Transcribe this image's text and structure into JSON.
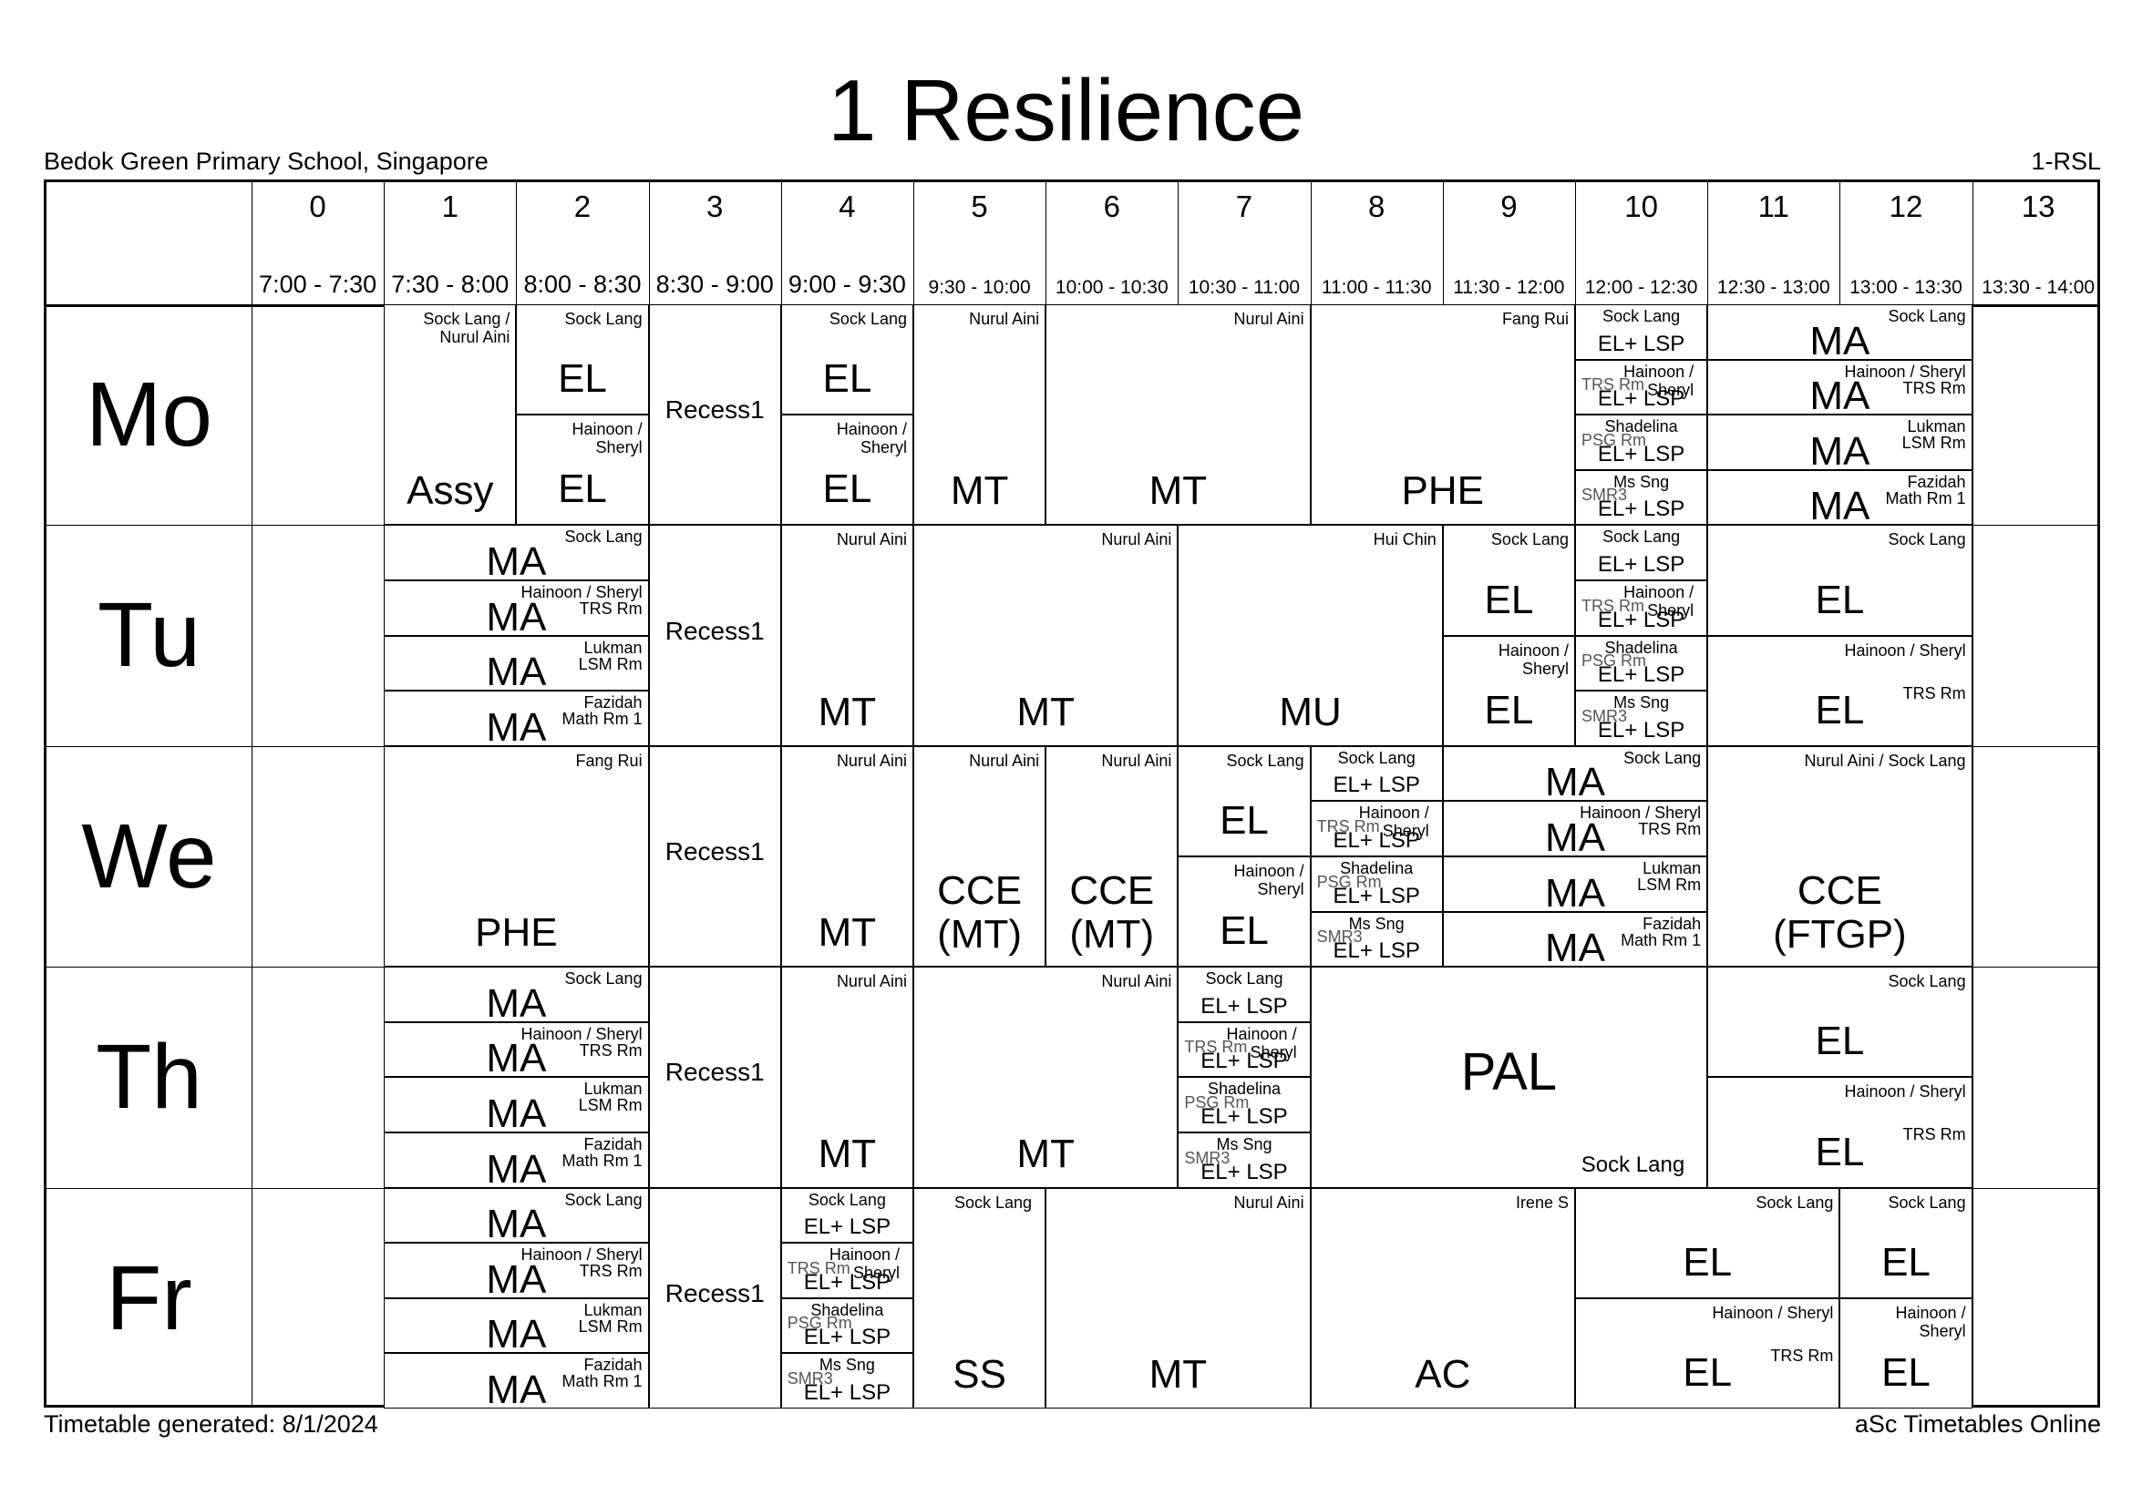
{
  "header": {
    "title": "1 Resilience",
    "school": "Bedok Green Primary School, Singapore",
    "code": "1-RSL"
  },
  "footer": {
    "generated": "Timetable generated: 8/1/2024",
    "brand": "aSc Timetables Online"
  },
  "columns": [
    {
      "num": "0",
      "time": "7:00 - 7:30"
    },
    {
      "num": "1",
      "time": "7:30 - 8:00"
    },
    {
      "num": "2",
      "time": "8:00 - 8:30"
    },
    {
      "num": "3",
      "time": "8:30 - 9:00"
    },
    {
      "num": "4",
      "time": "9:00 - 9:30"
    },
    {
      "num": "5",
      "time": "9:30 - 10:00"
    },
    {
      "num": "6",
      "time": "10:00 - 10:30"
    },
    {
      "num": "7",
      "time": "10:30 - 11:00"
    },
    {
      "num": "8",
      "time": "11:00 - 11:30"
    },
    {
      "num": "9",
      "time": "11:30 - 12:00"
    },
    {
      "num": "10",
      "time": "12:00 - 12:30"
    },
    {
      "num": "11",
      "time": "12:30 - 13:00"
    },
    {
      "num": "12",
      "time": "13:00 - 13:30"
    },
    {
      "num": "13",
      "time": "13:30 - 14:00"
    }
  ],
  "days": [
    "Mo",
    "Tu",
    "We",
    "Th",
    "Fr"
  ],
  "lessons": [
    {
      "day": 0,
      "col": 1,
      "span": 1,
      "sub": 0,
      "of": 1,
      "subject": "Assy",
      "teacher": "Sock Lang /\nNurul Aini",
      "spos": "bottom"
    },
    {
      "day": 0,
      "col": 2,
      "span": 1,
      "sub": 0,
      "of": 2,
      "subject": "EL",
      "teacher": "Sock Lang"
    },
    {
      "day": 0,
      "col": 2,
      "span": 1,
      "sub": 1,
      "of": 2,
      "subject": "EL",
      "teacher": "Hainoon /\nSheryl"
    },
    {
      "day": 0,
      "col": 3,
      "span": 1,
      "sub": 0,
      "of": 1,
      "subject": "Recess1",
      "small": true
    },
    {
      "day": 0,
      "col": 4,
      "span": 1,
      "sub": 0,
      "of": 2,
      "subject": "EL",
      "teacher": "Sock Lang"
    },
    {
      "day": 0,
      "col": 4,
      "span": 1,
      "sub": 1,
      "of": 2,
      "subject": "EL",
      "teacher": "Hainoon /\nSheryl"
    },
    {
      "day": 0,
      "col": 5,
      "span": 1,
      "sub": 0,
      "of": 1,
      "subject": "MT",
      "teacher": "Nurul Aini",
      "spos": "bottom"
    },
    {
      "day": 0,
      "col": 6,
      "span": 2,
      "sub": 0,
      "of": 1,
      "subject": "MT",
      "teacher": "Nurul Aini",
      "spos": "bottom"
    },
    {
      "day": 0,
      "col": 8,
      "span": 2,
      "sub": 0,
      "of": 1,
      "subject": "PHE",
      "teacher": "Fang Rui",
      "spos": "bottom"
    },
    {
      "day": 0,
      "col": 10,
      "span": 1,
      "sub": 0,
      "of": 4,
      "subject": "EL+ LSP",
      "teacher": "Sock Lang",
      "lsp": true
    },
    {
      "day": 0,
      "col": 10,
      "span": 1,
      "sub": 1,
      "of": 4,
      "subject": "EL+ LSP",
      "teacher": "Hainoon /\nSheryl",
      "room": "TRS Rm",
      "lsp": true
    },
    {
      "day": 0,
      "col": 10,
      "span": 1,
      "sub": 2,
      "of": 4,
      "subject": "EL+ LSP",
      "teacher": "Shadelina",
      "room": "PSG Rm",
      "lsp": true
    },
    {
      "day": 0,
      "col": 10,
      "span": 1,
      "sub": 3,
      "of": 4,
      "subject": "EL+ LSP",
      "teacher": "Ms Sng",
      "room": "SMR3",
      "lsp": true
    },
    {
      "day": 0,
      "col": 11,
      "span": 2,
      "sub": 0,
      "of": 4,
      "subject": "MA",
      "teacher": "Sock Lang",
      "ma": true
    },
    {
      "day": 0,
      "col": 11,
      "span": 2,
      "sub": 1,
      "of": 4,
      "subject": "MA",
      "teacher": "Hainoon / Sheryl",
      "rroom": "TRS Rm",
      "ma": true
    },
    {
      "day": 0,
      "col": 11,
      "span": 2,
      "sub": 2,
      "of": 4,
      "subject": "MA",
      "teacher": "Lukman",
      "rroom": "LSM Rm",
      "ma": true
    },
    {
      "day": 0,
      "col": 11,
      "span": 2,
      "sub": 3,
      "of": 4,
      "subject": "MA",
      "teacher": "Fazidah",
      "rroom": "Math Rm 1",
      "ma": true
    },
    {
      "day": 1,
      "col": 1,
      "span": 2,
      "sub": 0,
      "of": 4,
      "subject": "MA",
      "teacher": "Sock Lang",
      "ma": true
    },
    {
      "day": 1,
      "col": 1,
      "span": 2,
      "sub": 1,
      "of": 4,
      "subject": "MA",
      "teacher": "Hainoon / Sheryl",
      "rroom": "TRS Rm",
      "ma": true
    },
    {
      "day": 1,
      "col": 1,
      "span": 2,
      "sub": 2,
      "of": 4,
      "subject": "MA",
      "teacher": "Lukman",
      "rroom": "LSM Rm",
      "ma": true
    },
    {
      "day": 1,
      "col": 1,
      "span": 2,
      "sub": 3,
      "of": 4,
      "subject": "MA",
      "teacher": "Fazidah",
      "rroom": "Math Rm 1",
      "ma": true
    },
    {
      "day": 1,
      "col": 3,
      "span": 1,
      "sub": 0,
      "of": 1,
      "subject": "Recess1",
      "small": true
    },
    {
      "day": 1,
      "col": 4,
      "span": 1,
      "sub": 0,
      "of": 1,
      "subject": "MT",
      "teacher": "Nurul Aini",
      "spos": "bottom"
    },
    {
      "day": 1,
      "col": 5,
      "span": 2,
      "sub": 0,
      "of": 1,
      "subject": "MT",
      "teacher": "Nurul Aini",
      "spos": "bottom"
    },
    {
      "day": 1,
      "col": 7,
      "span": 2,
      "sub": 0,
      "of": 1,
      "subject": "MU",
      "teacher": "Hui Chin",
      "spos": "bottom"
    },
    {
      "day": 1,
      "col": 9,
      "span": 1,
      "sub": 0,
      "of": 2,
      "subject": "EL",
      "teacher": "Sock Lang"
    },
    {
      "day": 1,
      "col": 9,
      "span": 1,
      "sub": 1,
      "of": 2,
      "subject": "EL",
      "teacher": "Hainoon /\nSheryl"
    },
    {
      "day": 1,
      "col": 10,
      "span": 1,
      "sub": 0,
      "of": 4,
      "subject": "EL+ LSP",
      "teacher": "Sock Lang",
      "lsp": true
    },
    {
      "day": 1,
      "col": 10,
      "span": 1,
      "sub": 1,
      "of": 4,
      "subject": "EL+ LSP",
      "teacher": "Hainoon /\nSheryl",
      "room": "TRS Rm",
      "lsp": true
    },
    {
      "day": 1,
      "col": 10,
      "span": 1,
      "sub": 2,
      "of": 4,
      "subject": "EL+ LSP",
      "teacher": "Shadelina",
      "room": "PSG Rm",
      "lsp": true
    },
    {
      "day": 1,
      "col": 10,
      "span": 1,
      "sub": 3,
      "of": 4,
      "subject": "EL+ LSP",
      "teacher": "Ms Sng",
      "room": "SMR3",
      "lsp": true
    },
    {
      "day": 1,
      "col": 11,
      "span": 2,
      "sub": 0,
      "of": 2,
      "subject": "EL",
      "teacher": "Sock Lang"
    },
    {
      "day": 1,
      "col": 11,
      "span": 2,
      "sub": 1,
      "of": 2,
      "subject": "EL",
      "teacher": "Hainoon / Sheryl",
      "rroom2": "TRS Rm"
    },
    {
      "day": 2,
      "col": 1,
      "span": 2,
      "sub": 0,
      "of": 1,
      "subject": "PHE",
      "teacher": "Fang Rui",
      "spos": "bottom"
    },
    {
      "day": 2,
      "col": 3,
      "span": 1,
      "sub": 0,
      "of": 1,
      "subject": "Recess1",
      "small": true
    },
    {
      "day": 2,
      "col": 4,
      "span": 1,
      "sub": 0,
      "of": 1,
      "subject": "MT",
      "teacher": "Nurul Aini",
      "spos": "bottom"
    },
    {
      "day": 2,
      "col": 5,
      "span": 1,
      "sub": 0,
      "of": 1,
      "subject": "CCE\n(MT)",
      "teacher": "Nurul Aini",
      "spos": "bottom2"
    },
    {
      "day": 2,
      "col": 6,
      "span": 1,
      "sub": 0,
      "of": 1,
      "subject": "CCE\n(MT)",
      "teacher": "Nurul Aini",
      "spos": "bottom2"
    },
    {
      "day": 2,
      "col": 7,
      "span": 1,
      "sub": 0,
      "of": 2,
      "subject": "EL",
      "teacher": "Sock Lang"
    },
    {
      "day": 2,
      "col": 7,
      "span": 1,
      "sub": 1,
      "of": 2,
      "subject": "EL",
      "teacher": "Hainoon /\nSheryl"
    },
    {
      "day": 2,
      "col": 8,
      "span": 1,
      "sub": 0,
      "of": 4,
      "subject": "EL+ LSP",
      "teacher": "Sock Lang",
      "lsp": true
    },
    {
      "day": 2,
      "col": 8,
      "span": 1,
      "sub": 1,
      "of": 4,
      "subject": "EL+ LSP",
      "teacher": "Hainoon /\nSheryl",
      "room": "TRS Rm",
      "lsp": true
    },
    {
      "day": 2,
      "col": 8,
      "span": 1,
      "sub": 2,
      "of": 4,
      "subject": "EL+ LSP",
      "teacher": "Shadelina",
      "room": "PSG Rm",
      "lsp": true
    },
    {
      "day": 2,
      "col": 8,
      "span": 1,
      "sub": 3,
      "of": 4,
      "subject": "EL+ LSP",
      "teacher": "Ms Sng",
      "room": "SMR3",
      "lsp": true
    },
    {
      "day": 2,
      "col": 9,
      "span": 2,
      "sub": 0,
      "of": 4,
      "subject": "MA",
      "teacher": "Sock Lang",
      "ma": true
    },
    {
      "day": 2,
      "col": 9,
      "span": 2,
      "sub": 1,
      "of": 4,
      "subject": "MA",
      "teacher": "Hainoon / Sheryl",
      "rroom": "TRS Rm",
      "ma": true
    },
    {
      "day": 2,
      "col": 9,
      "span": 2,
      "sub": 2,
      "of": 4,
      "subject": "MA",
      "teacher": "Lukman",
      "rroom": "LSM Rm",
      "ma": true
    },
    {
      "day": 2,
      "col": 9,
      "span": 2,
      "sub": 3,
      "of": 4,
      "subject": "MA",
      "teacher": "Fazidah",
      "rroom": "Math Rm 1",
      "ma": true
    },
    {
      "day": 2,
      "col": 11,
      "span": 2,
      "sub": 0,
      "of": 1,
      "subject": "CCE\n(FTGP)",
      "teacher": "Nurul Aini / Sock Lang",
      "spos": "bottom2"
    },
    {
      "day": 3,
      "col": 1,
      "span": 2,
      "sub": 0,
      "of": 4,
      "subject": "MA",
      "teacher": "Sock Lang",
      "ma": true
    },
    {
      "day": 3,
      "col": 1,
      "span": 2,
      "sub": 1,
      "of": 4,
      "subject": "MA",
      "teacher": "Hainoon / Sheryl",
      "rroom": "TRS Rm",
      "ma": true
    },
    {
      "day": 3,
      "col": 1,
      "span": 2,
      "sub": 2,
      "of": 4,
      "subject": "MA",
      "teacher": "Lukman",
      "rroom": "LSM Rm",
      "ma": true
    },
    {
      "day": 3,
      "col": 1,
      "span": 2,
      "sub": 3,
      "of": 4,
      "subject": "MA",
      "teacher": "Fazidah",
      "rroom": "Math Rm 1",
      "ma": true
    },
    {
      "day": 3,
      "col": 3,
      "span": 1,
      "sub": 0,
      "of": 1,
      "subject": "Recess1",
      "small": true
    },
    {
      "day": 3,
      "col": 4,
      "span": 1,
      "sub": 0,
      "of": 1,
      "subject": "MT",
      "teacher": "Nurul Aini",
      "spos": "bottom"
    },
    {
      "day": 3,
      "col": 5,
      "span": 2,
      "sub": 0,
      "of": 1,
      "subject": "MT",
      "teacher": "Nurul Aini",
      "spos": "bottom"
    },
    {
      "day": 3,
      "col": 7,
      "span": 1,
      "sub": 0,
      "of": 4,
      "subject": "EL+ LSP",
      "teacher": "Sock Lang",
      "lsp": true
    },
    {
      "day": 3,
      "col": 7,
      "span": 1,
      "sub": 1,
      "of": 4,
      "subject": "EL+ LSP",
      "teacher": "Hainoon /\nSheryl",
      "room": "TRS Rm",
      "lsp": true
    },
    {
      "day": 3,
      "col": 7,
      "span": 1,
      "sub": 2,
      "of": 4,
      "subject": "EL+ LSP",
      "teacher": "Shadelina",
      "room": "PSG Rm",
      "lsp": true
    },
    {
      "day": 3,
      "col": 7,
      "span": 1,
      "sub": 3,
      "of": 4,
      "subject": "EL+ LSP",
      "teacher": "Ms Sng",
      "room": "SMR3",
      "lsp": true
    },
    {
      "day": 3,
      "col": 8,
      "span": 3,
      "sub": 0,
      "of": 1,
      "subject": "PAL",
      "bottomtext": "Sock Lang",
      "spos": "middle",
      "big": true
    },
    {
      "day": 3,
      "col": 11,
      "span": 2,
      "sub": 0,
      "of": 2,
      "subject": "EL",
      "teacher": "Sock Lang"
    },
    {
      "day": 3,
      "col": 11,
      "span": 2,
      "sub": 1,
      "of": 2,
      "subject": "EL",
      "teacher": "Hainoon / Sheryl",
      "rroom2": "TRS Rm"
    },
    {
      "day": 4,
      "col": 1,
      "span": 2,
      "sub": 0,
      "of": 4,
      "subject": "MA",
      "teacher": "Sock Lang",
      "ma": true
    },
    {
      "day": 4,
      "col": 1,
      "span": 2,
      "sub": 1,
      "of": 4,
      "subject": "MA",
      "teacher": "Hainoon / Sheryl",
      "rroom": "TRS Rm",
      "ma": true
    },
    {
      "day": 4,
      "col": 1,
      "span": 2,
      "sub": 2,
      "of": 4,
      "subject": "MA",
      "teacher": "Lukman",
      "rroom": "LSM Rm",
      "ma": true
    },
    {
      "day": 4,
      "col": 1,
      "span": 2,
      "sub": 3,
      "of": 4,
      "subject": "MA",
      "teacher": "Fazidah",
      "rroom": "Math Rm 1",
      "ma": true
    },
    {
      "day": 4,
      "col": 3,
      "span": 1,
      "sub": 0,
      "of": 1,
      "subject": "Recess1",
      "small": true
    },
    {
      "day": 4,
      "col": 4,
      "span": 1,
      "sub": 0,
      "of": 4,
      "subject": "EL+ LSP",
      "teacher": "Sock Lang",
      "lsp": true
    },
    {
      "day": 4,
      "col": 4,
      "span": 1,
      "sub": 1,
      "of": 4,
      "subject": "EL+ LSP",
      "teacher": "Hainoon /\nSheryl",
      "room": "TRS Rm",
      "lsp": true
    },
    {
      "day": 4,
      "col": 4,
      "span": 1,
      "sub": 2,
      "of": 4,
      "subject": "EL+ LSP",
      "teacher": "Shadelina",
      "room": "PSG Rm",
      "lsp": true
    },
    {
      "day": 4,
      "col": 4,
      "span": 1,
      "sub": 3,
      "of": 4,
      "subject": "EL+ LSP",
      "teacher": "Ms Sng",
      "room": "SMR3",
      "lsp": true
    },
    {
      "day": 4,
      "col": 5,
      "span": 1,
      "sub": 0,
      "of": 1,
      "subject": "SS",
      "teacher": "Sock Lang",
      "spos": "bottom",
      "tleft": true
    },
    {
      "day": 4,
      "col": 6,
      "span": 2,
      "sub": 0,
      "of": 1,
      "subject": "MT",
      "teacher": "Nurul Aini",
      "spos": "bottom"
    },
    {
      "day": 4,
      "col": 8,
      "span": 2,
      "sub": 0,
      "of": 1,
      "subject": "AC",
      "teacher": "Irene S",
      "spos": "bottom"
    },
    {
      "day": 4,
      "col": 10,
      "span": 2,
      "sub": 0,
      "of": 2,
      "subject": "EL",
      "teacher": "Sock Lang"
    },
    {
      "day": 4,
      "col": 10,
      "span": 2,
      "sub": 1,
      "of": 2,
      "subject": "EL",
      "teacher": "Hainoon / Sheryl",
      "rroom2": "TRS Rm"
    },
    {
      "day": 4,
      "col": 12,
      "span": 1,
      "sub": 0,
      "of": 2,
      "subject": "EL",
      "teacher": "Sock Lang"
    },
    {
      "day": 4,
      "col": 12,
      "span": 1,
      "sub": 1,
      "of": 2,
      "subject": "EL",
      "teacher": "Hainoon /\nSheryl"
    }
  ]
}
